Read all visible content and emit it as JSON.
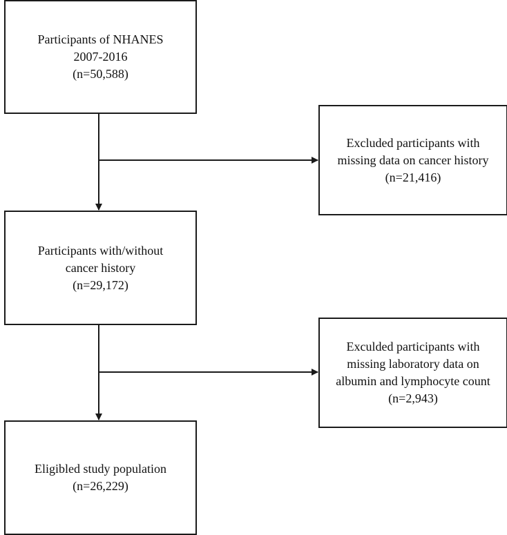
{
  "flowchart": {
    "start": {
      "line1": "Participants of NHANES",
      "line2": "2007-2016",
      "line3": "(n=50,588)"
    },
    "exclusion1": {
      "line1": "Excluded participants with",
      "line2": "missing data on cancer history",
      "line3": "(n=21,416)"
    },
    "middle": {
      "line1": "Participants with/without",
      "line2": "cancer history",
      "line3": "(n=29,172)"
    },
    "exclusion2": {
      "line1": "Exculded participants with",
      "line2": "missing laboratory data on",
      "line3": "albumin and lymphocyte count",
      "line4": "(n=2,943)"
    },
    "final": {
      "line1": "Eligibled study population",
      "line2": "(n=26,229)"
    }
  }
}
